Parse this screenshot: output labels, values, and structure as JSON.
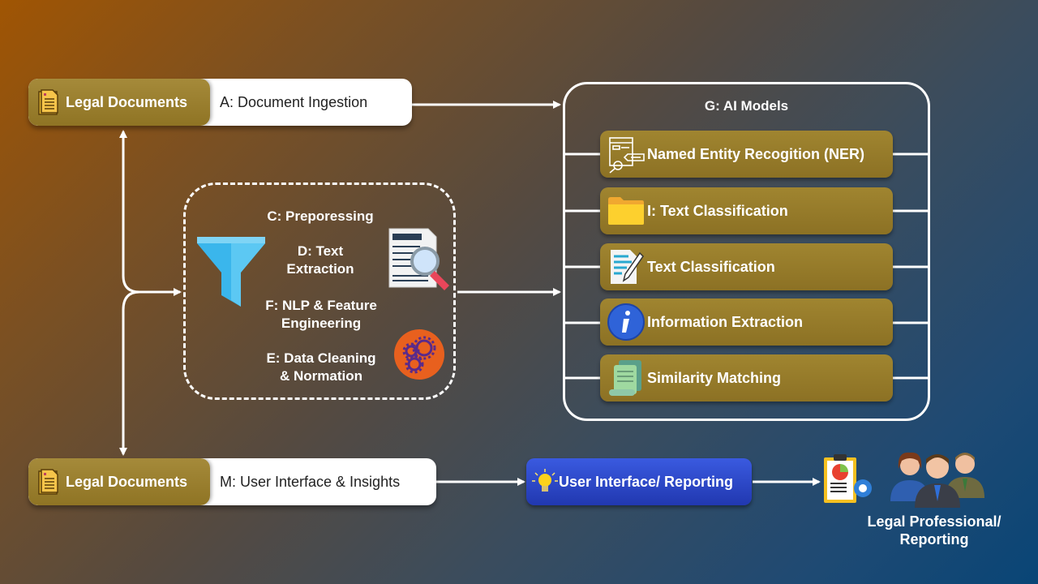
{
  "top_row": {
    "source_label": "Legal Documents",
    "stage_label": "A: Document Ingestion"
  },
  "preprocessing": {
    "title": "C: Preporessing",
    "steps": [
      {
        "label_line1": "D: Text",
        "label_line2": "Extraction"
      },
      {
        "label_line1": "F: NLP & Feature",
        "label_line2": "Engineering"
      },
      {
        "label_line1": "E: Data Cleaning",
        "label_line2": "& Normation"
      }
    ],
    "icons": [
      "funnel-icon",
      "document-search-icon",
      "gears-icon"
    ]
  },
  "ai_models": {
    "title": "G: AI Models",
    "items": [
      {
        "label": "Named Entity Recogition (NER)",
        "icon": "entity-search-icon"
      },
      {
        "label": "I: Text Classification",
        "icon": "folder-icon"
      },
      {
        "label": "Text Classification",
        "icon": "document-edit-icon"
      },
      {
        "label": "Information Extraction",
        "icon": "info-icon"
      },
      {
        "label": "Similarity Matching",
        "icon": "scroll-docs-icon"
      }
    ]
  },
  "bottom_row": {
    "source_label": "Legal Documents",
    "stage_label": "M: User Interface & Insights"
  },
  "reporting": {
    "button_label": "User Interface/ Reporting",
    "caption_line1": "Legal Professional/",
    "caption_line2": "Reporting"
  },
  "colors": {
    "gold": "#8f7424",
    "blue": "#2a45c8",
    "white": "#ffffff"
  }
}
